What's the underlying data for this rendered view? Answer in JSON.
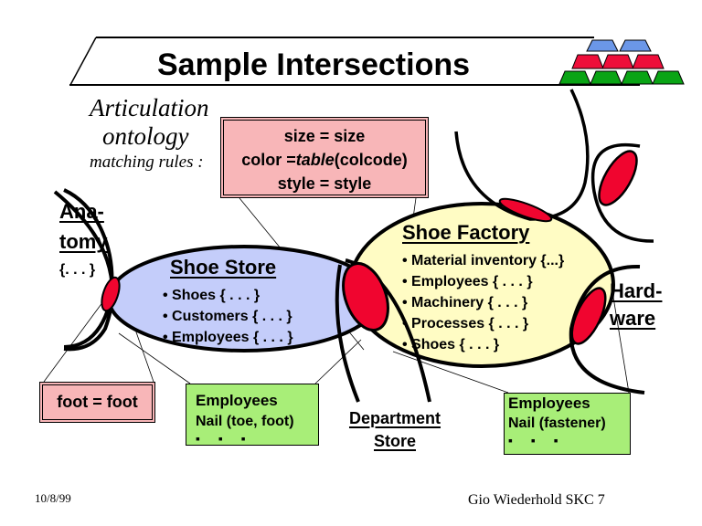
{
  "slide": {
    "title": "Sample Intersections",
    "logo_icon": "stacked-trapezoid-pyramid-logo",
    "colors": {
      "logo_top": "#6b97e8",
      "logo_mid": "#ee0e3a",
      "logo_bottom": "#0aa415",
      "rules_box": "#f8b6b8",
      "green_box": "#a8ee78",
      "shoe_store_fill": "#c4cdfa",
      "shoe_factory_fill": "#fffcc4",
      "intersection": "#f0052f"
    }
  },
  "articulation": {
    "line1": "Articulation",
    "line2": "ontology",
    "matching_label": "matching rules :",
    "rules": [
      "size = size",
      "color =",
      "table",
      "(colcode)",
      "style = style"
    ]
  },
  "anatomy": {
    "title_line1": "Ana-",
    "title_line2": "tomy",
    "body": "{. . . }"
  },
  "shoe_store": {
    "title": "Shoe Store",
    "items": [
      "• Shoes { . . . }",
      "• Customers { . . . }",
      "• Employees { . . . }"
    ]
  },
  "shoe_factory": {
    "title": "Shoe Factory",
    "items": [
      "• Material inventory {...}",
      "• Employees { . . . }",
      "• Machinery { . . . }",
      "• Processes { . . . }",
      "• Shoes { . . . }"
    ]
  },
  "hardware": {
    "line1": "Hard-",
    "line2": "ware"
  },
  "department_store": {
    "line1": "Department",
    "line2": "Store"
  },
  "foot_box": {
    "text": "foot = foot"
  },
  "green_left": {
    "line1": "Employees",
    "line2": "Nail (toe, foot)",
    "line3": "▪ ▪ ▪"
  },
  "green_right": {
    "line1": "Employees",
    "line2": "Nail (fastener)",
    "line3": "▪ ▪ ▪"
  },
  "footer": {
    "date": "10/8/99",
    "author": "Gio Wiederhold  SKC 7"
  }
}
